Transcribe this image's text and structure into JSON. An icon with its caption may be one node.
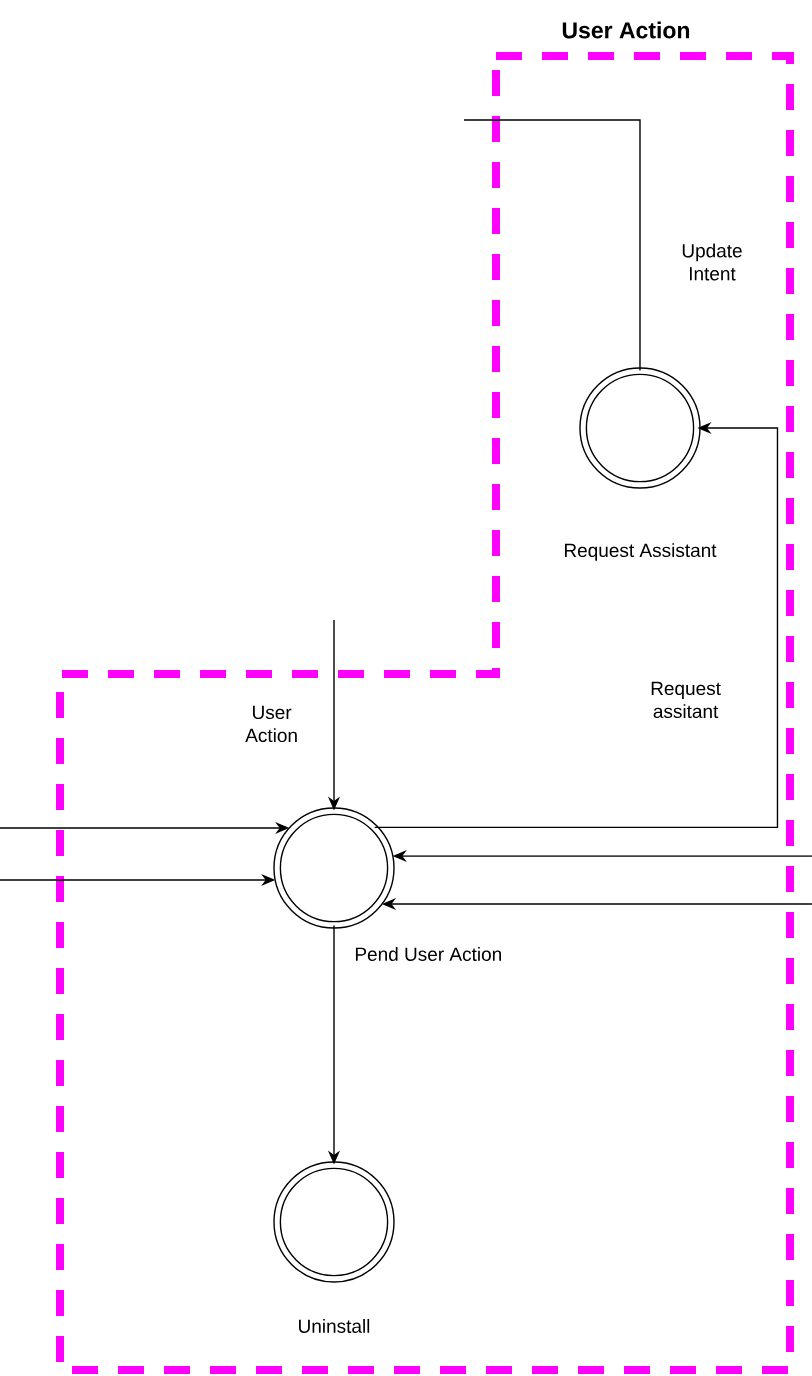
{
  "diagram": {
    "nodes": [
      {
        "text": [
          "User Action"
        ]
      },
      {
        "text": [
          "Request Assistant"
        ],
        "in": 0
      },
      {
        "text": [
          "Pend User Action"
        ],
        "in": 0
      },
      {
        "text": [
          "Uninstall"
        ],
        "in": 0
      }
    ],
    "edges": [
      {
        "from": null,
        "to": 1,
        "arrow": "none",
        "label": "Update Intent"
      },
      {
        "from": 2,
        "to": 1,
        "arrow": "to",
        "label": "Request assitant"
      },
      {
        "from": null,
        "to": 2,
        "arrow": "to",
        "label": "User Action"
      },
      {
        "from": null,
        "to": 2,
        "arrow": "to"
      },
      {
        "from": null,
        "to": 2,
        "arrow": "to"
      },
      {
        "from": null,
        "to": 2,
        "arrow": "to"
      },
      {
        "from": null,
        "to": 2,
        "arrow": "to"
      },
      {
        "from": 2,
        "to": 3,
        "arrow": "to"
      }
    ]
  }
}
